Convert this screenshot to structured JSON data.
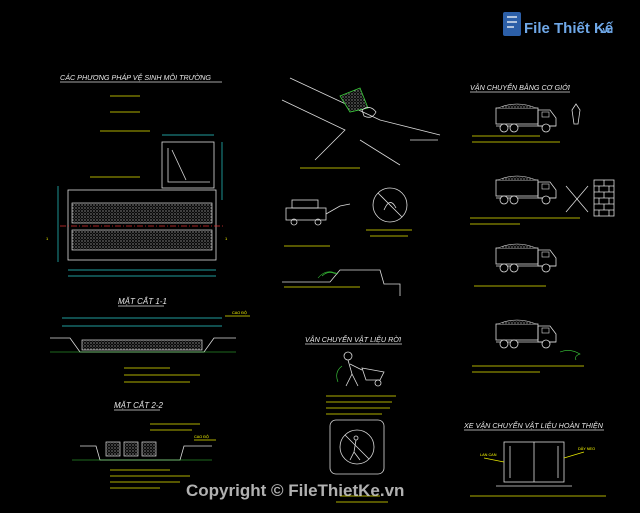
{
  "watermark": {
    "logo_text": "File Thiết Kế",
    "logo_suffix": ".vn",
    "copyright": "Copyright © FileThietKe.vn"
  },
  "left_panel": {
    "title": "CÁC PHƯƠNG PHÁP VỆ SINH MÔI TRƯỜNG",
    "section_1": "MẶT CẮT 1-1",
    "section_2": "MẶT CẮT 2-2"
  },
  "center_panel": {
    "title": "VẬN CHUYỂN VẬT LIỆU RỜI"
  },
  "right_panel": {
    "title_top": "VẬN CHUYỂN BẰNG CƠ GIỚI",
    "title_bottom": "XE VẬN CHUYỂN VẬT LIỆU HOÀN THIỆN"
  }
}
